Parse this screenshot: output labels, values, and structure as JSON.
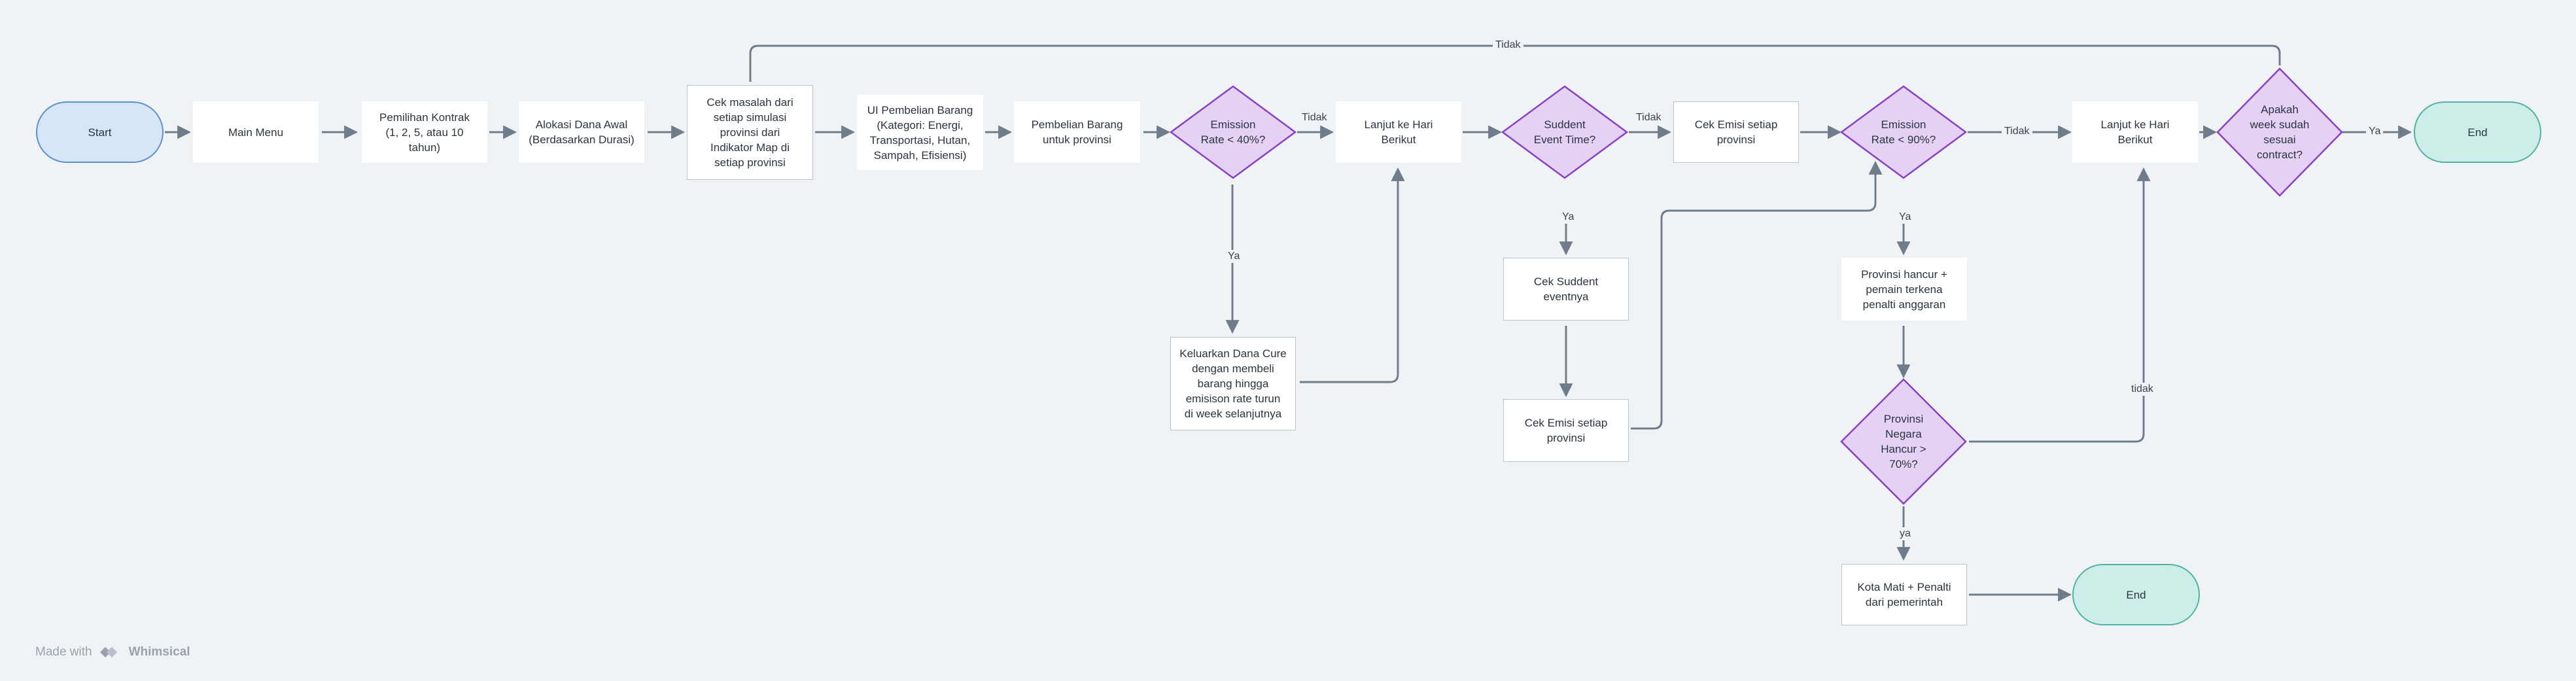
{
  "nodes": {
    "start": "Start",
    "main_menu": "Main Menu",
    "pemilihan_kontrak": "Pemilihan Kontrak\n(1, 2, 5, atau 10\ntahun)",
    "alokasi_dana": "Alokasi Dana Awal\n(Berdasarkan Durasi)",
    "cek_masalah": "Cek masalah dari\nsetiap simulasi\nprovinsi dari\nIndikator Map di\nsetiap provinsi",
    "ui_pembelian": "UI Pembelian Barang\n(Kategori: Energi,\nTransportasi, Hutan,\nSampah, Efisiensi)",
    "pembelian_barang": "Pembelian Barang\nuntuk provinsi",
    "emission_40": "Emission\nRate < 40%?",
    "lanjut_1": "Lanjut ke Hari\nBerikut",
    "suddent_event": "Suddent\nEvent Time?",
    "cek_emisi_1": "Cek Emisi setiap\nprovinsi",
    "emission_90": "Emission\nRate < 90%?",
    "lanjut_2": "Lanjut ke Hari\nBerikut",
    "apakah_week": "Apakah\nweek sudah\nsesuai\ncontract?",
    "end_1": "End",
    "keluarkan_dana": "Keluarkan Dana Cure\ndengan membeli\nbarang hingga\nemisison rate turun\ndi week selanjutnya",
    "cek_suddent": "Cek Suddent\neventnya",
    "cek_emisi_2": "Cek Emisi setiap\nprovinsi",
    "provinsi_hancur": "Provinsi hancur +\npemain terkena\npenalti anggaran",
    "provinsi_negara": "Provinsi\nNegara\nHancur >\n70%?",
    "kota_mati": "Kota Mati + Penalti\ndari pemerintah",
    "end_2": "End"
  },
  "edge_labels": {
    "tidak_top": "Tidak",
    "tidak_e40": "Tidak",
    "ya_e40": "Ya",
    "tidak_suddent": "Tidak",
    "ya_suddent": "Ya",
    "tidak_e90": "Tidak",
    "ya_e90": "Ya",
    "ya_week": "Ya",
    "tidak_negara": "tidak",
    "ya_negara": "ya"
  },
  "footer": {
    "made_with": "Made with",
    "brand": "Whimsical"
  },
  "colors": {
    "edge": "#6f7c8a",
    "diamond_fill": "#e4d1f4",
    "diamond_stroke": "#8a3fc4",
    "start_fill": "#d6e6f7",
    "end_fill": "#cdeee8"
  }
}
